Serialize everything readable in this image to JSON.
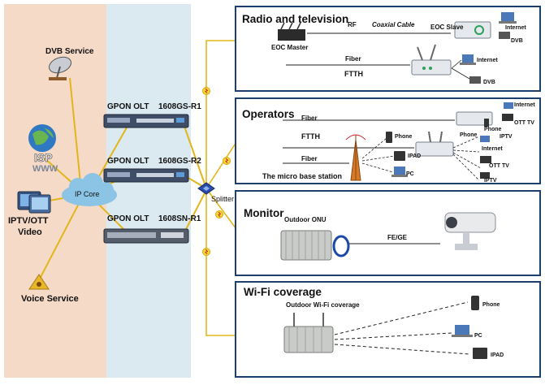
{
  "left_services": {
    "dvb": "DVB Service",
    "isp": "ISP",
    "www": "WWW",
    "iptv_line1": "IPTV/OTT",
    "iptv_line2": "Video",
    "voice": "Voice Service",
    "ip_core": "IP Core"
  },
  "olts": [
    {
      "prefix": "GPON OLT",
      "model": "1608GS-R1"
    },
    {
      "prefix": "GPON OLT",
      "model": "1608GS-R2"
    },
    {
      "prefix": "GPON OLT",
      "model": "1608SN-R1"
    }
  ],
  "splitter": "Splitter",
  "panels": {
    "radio_tv": {
      "title": "Radio and television",
      "rf": "RF",
      "coax": "Coaxial Cable",
      "eoc_master": "EOC Master",
      "eoc_slave": "EOC Slave",
      "internet_1": "Internet",
      "dvb_1": "DVB",
      "fiber": "Fiber",
      "ftth": "FTTH",
      "internet_2": "Internet",
      "dvb_2": "DVB"
    },
    "operators": {
      "title": "Operators",
      "fiber_1": "Fiber",
      "ftth": "FTTH",
      "fiber_2": "Fiber",
      "base_station": "The micro base station",
      "phone_1": "Phone",
      "ipad": "IPAD",
      "pc": "PC",
      "internet_a": "Internet",
      "ott_tv_a": "OTT TV",
      "phone_a": "Phone",
      "iptv_a": "IPTV",
      "phone_b": "Phone",
      "internet_b": "Internet",
      "ott_tv_b": "OTT TV",
      "iptv_b": "IPTV"
    },
    "monitor": {
      "title": "Monitor",
      "onu": "Outdoor ONU",
      "fe_ge": "FE/GE"
    },
    "wifi": {
      "title": "Wi-Fi coverage",
      "outdoor": "Outdoor Wi-Fi coverage",
      "phone": "Phone",
      "pc": "PC",
      "ipad": "IPAD"
    }
  },
  "colors": {
    "left_panel": "#f6dac8",
    "mid_panel": "#dbeaf1",
    "link": "#e2b61b",
    "panel_border": "#1d3f6e",
    "olt_body": "#3f4e66",
    "cloud": "#8cc4e6",
    "red_dash": "#c22a2a"
  },
  "icons": [
    "satellite-dish-icon",
    "globe-icon",
    "tv-icon",
    "voice-gateway-icon",
    "cloud-icon",
    "olt-icon",
    "splitter-icon",
    "router-icon",
    "tower-icon",
    "camera-icon",
    "phone-icon",
    "laptop-icon",
    "tablet-icon",
    "onu-icon"
  ]
}
